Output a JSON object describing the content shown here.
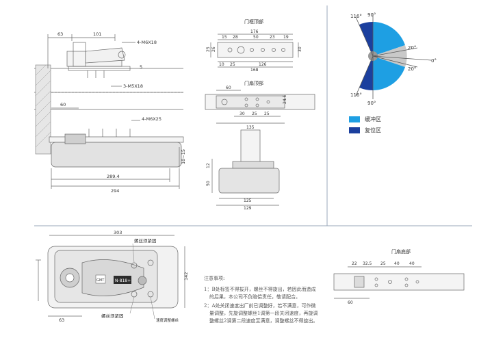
{
  "titles": {
    "door_frame_top": "门框顶部",
    "door_leaf_top": "门扇顶部",
    "door_leaf_bottom": "门扇底部"
  },
  "left_view": {
    "dims": [
      "63",
      "101",
      "4-M6X18",
      "5",
      "3-M5X18",
      "60",
      "4-M6X25",
      "289.4",
      "294",
      "10~15"
    ]
  },
  "frame_top_view": {
    "dims": [
      "176",
      "15",
      "28",
      "50",
      "23",
      "19",
      "25",
      "26",
      "30",
      "10",
      "25",
      "126",
      "168"
    ]
  },
  "leaf_top_view": {
    "dims": [
      "60",
      "24.5",
      "30",
      "25",
      "25",
      "135"
    ]
  },
  "section_view": {
    "dims": [
      "12",
      "50",
      "125",
      "129"
    ]
  },
  "angle_diagram": {
    "labels": [
      "116°",
      "90°",
      "20°",
      "0°",
      "20°",
      "116°",
      "90°"
    ],
    "colors": {
      "buffer": "#1e9fe3",
      "reset": "#1b3f9e",
      "grey": "#c9c9c9"
    }
  },
  "legend": [
    {
      "label": "缓冲区",
      "color": "#1e9fe3"
    },
    {
      "label": "复位区",
      "color": "#1b3f9e"
    }
  ],
  "plan_view": {
    "dims": [
      "303",
      "142",
      "63"
    ],
    "callouts": [
      "螺丝须紧固",
      "螺丝须紧固",
      "速度调整螺丝"
    ],
    "model_label": "N-818+",
    "badge": "GMT"
  },
  "bottom_leaf_view": {
    "dims": [
      "22",
      "32.5",
      "25",
      "40",
      "40",
      "60"
    ]
  },
  "notes": {
    "title": "注意事项:",
    "line1": "1：B处标签不得拔开，螺丝不得旋出，若因此而造成",
    "line2": "的后果，本公司不负赔偿责任，敬请配合。",
    "line3": "2：A处关闭速度出厂前已调整好，若不满意，可作微",
    "line4": "量调整，先旋调整螺丝1调第一段关闭速度，再旋调",
    "line5": "整螺丝2调第二段速度至满意，调整螺丝不得旋出。"
  }
}
